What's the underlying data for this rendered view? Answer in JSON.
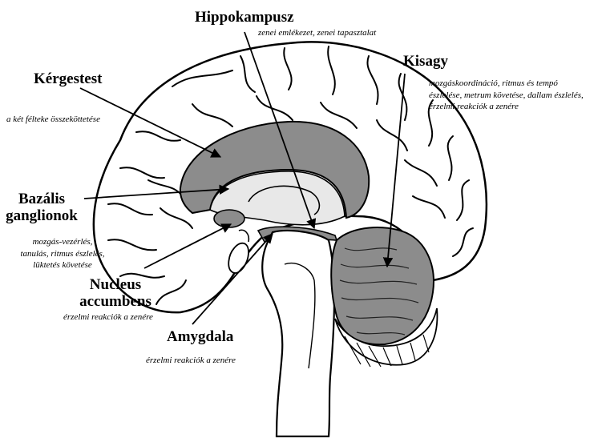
{
  "labels": {
    "hippocampus": {
      "title": "Hippokampusz",
      "desc": "zenei emlékezet, zenei tapasztalat"
    },
    "cerebellum": {
      "title": "Kisagy",
      "desc": [
        "mozgáskoordináció, ritmus és tempó",
        "észlelése, metrum követése, dallam észlelés,",
        "érzelmi reakciók a zenére"
      ]
    },
    "corpus_callosum": {
      "title": "Kérgestest",
      "desc": "a két félteke összeköttetése"
    },
    "basal_ganglia": {
      "title": [
        "Bazális",
        "ganglionok"
      ],
      "desc": [
        "mozgás-vezérlés,",
        "tanulás, ritmus észlelés,",
        "lüktetés követése"
      ]
    },
    "nucleus_accumbens": {
      "title": [
        "Nucleus",
        "accumbens"
      ],
      "desc": "érzelmi reakciók a zenére"
    },
    "amygdala": {
      "title": "Amygdala",
      "desc": "érzelmi reakciók a zenére"
    }
  },
  "colors": {
    "highlight": "#8c8c8c",
    "outline": "#000000",
    "light_fill": "#e8e8e8",
    "background": "#ffffff"
  }
}
